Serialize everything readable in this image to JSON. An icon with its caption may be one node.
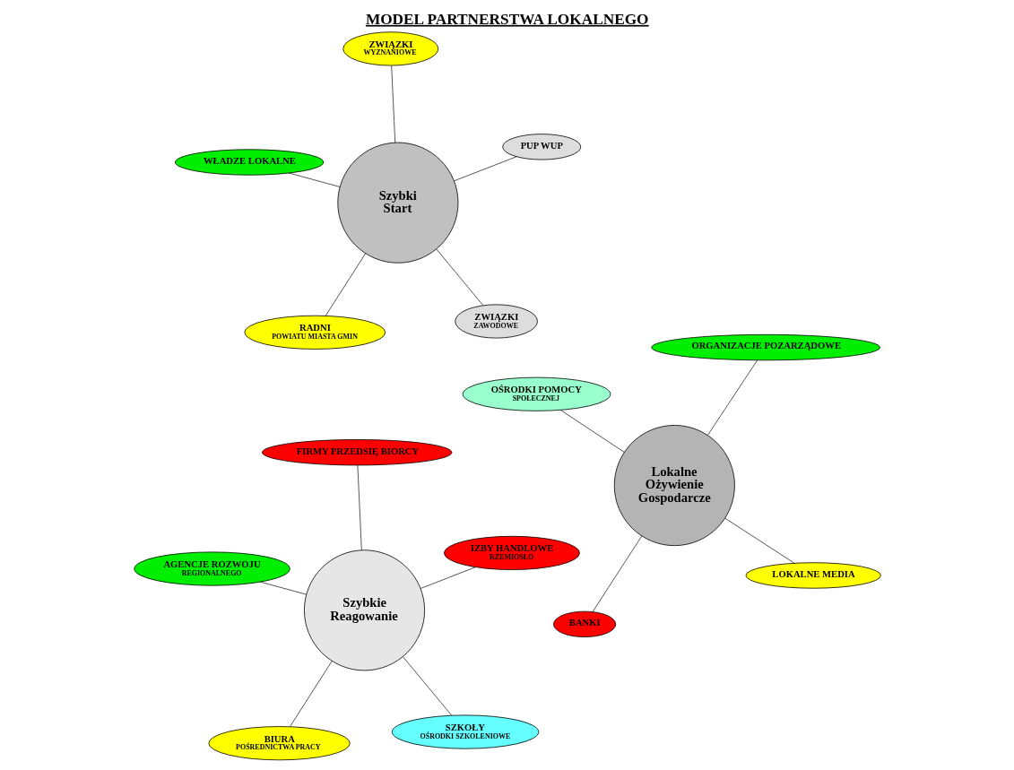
{
  "diagram": {
    "title": "MODEL PARTNERSTWA LOKALNEGO",
    "nodes": [
      {
        "text": [
          "Szybkie Reagowanie"
        ]
      },
      {
        "text": [
          "Lokalne Ożywienie Gospodarcze"
        ]
      },
      {
        "text": [
          "Szybki Start"
        ]
      },
      {
        "text": [
          "SZKOŁY",
          "OŚRODKI SZKOLENIOWE"
        ]
      },
      {
        "text": [
          "BIURA",
          "POŚREDNICTWA PRACY"
        ]
      },
      {
        "text": [
          "AGENCJE ROZWOJU",
          "REGIONALNEGO"
        ]
      },
      {
        "text": [
          "IZBY HANDLOWE",
          "RZEMIOSŁO"
        ]
      },
      {
        "text": [
          "FIRMY PRZEDSIĘ BIORCY"
        ]
      },
      {
        "text": [
          "ZWIĄZKI",
          "ZAWODOWE"
        ]
      },
      {
        "text": [
          "LOKALNE MEDIA"
        ]
      },
      {
        "text": [
          "RADNI",
          "POWIATU MIASTA GMIN"
        ]
      },
      {
        "text": [
          "BANKI"
        ]
      },
      {
        "text": [
          "OŚRODKI POMOCY",
          "SPOŁECZNEJ"
        ]
      },
      {
        "text": [
          "WŁADZE LOKALNE"
        ]
      },
      {
        "text": [
          "PUP WUP"
        ]
      },
      {
        "text": [
          "ORGANIZACJE POZARZĄDOWE"
        ]
      },
      {
        "text": [
          "ZWIĄZKI",
          "WYZNANIOWE"
        ]
      }
    ],
    "edges": [
      {
        "from": 3,
        "to": 0,
        "arrow": "none"
      },
      {
        "from": 4,
        "to": 0,
        "arrow": "none"
      },
      {
        "from": 5,
        "to": 0,
        "arrow": "none"
      },
      {
        "from": 6,
        "to": 0,
        "arrow": "none"
      },
      {
        "from": 7,
        "to": 0,
        "arrow": "none"
      },
      {
        "from": 8,
        "to": 2,
        "arrow": "none"
      },
      {
        "from": 9,
        "to": 1,
        "arrow": "none"
      },
      {
        "from": 10,
        "to": 2,
        "arrow": "none"
      },
      {
        "from": 11,
        "to": 1,
        "arrow": "none"
      },
      {
        "from": 12,
        "to": 1,
        "arrow": "none"
      },
      {
        "from": 13,
        "to": 2,
        "arrow": "none"
      },
      {
        "from": 14,
        "to": 2,
        "arrow": "none"
      },
      {
        "from": 15,
        "to": 1,
        "arrow": "none"
      },
      {
        "from": 16,
        "to": 2,
        "arrow": "none"
      }
    ]
  }
}
